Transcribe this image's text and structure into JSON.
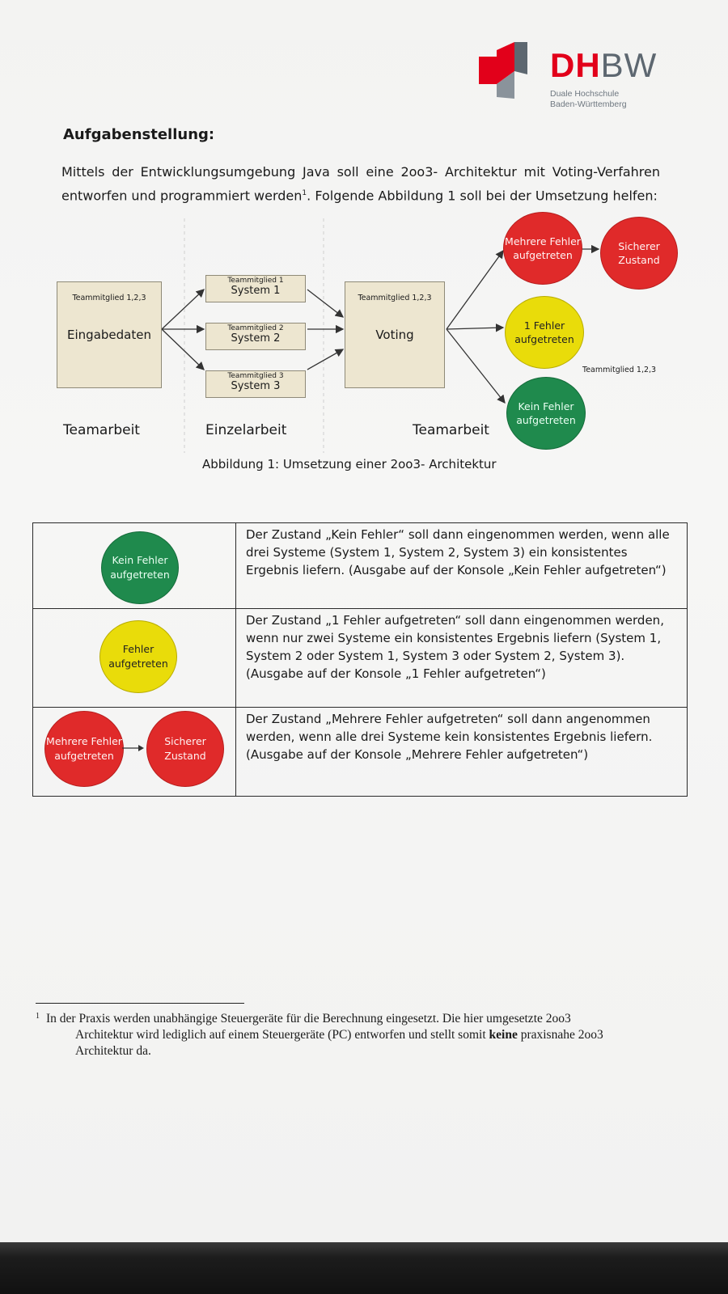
{
  "logo": {
    "dh": "DH",
    "bw": "BW",
    "sub1": "Duale Hochschule",
    "sub2": "Baden-Württemberg",
    "colors": {
      "red": "#e2001a",
      "grey": "#5d6770"
    }
  },
  "heading": "Aufgabenstellung:",
  "intro": {
    "part1": "Mittels der Entwicklungsumgebung Java soll eine 2oo3- Architektur mit Voting-Verfahren entworfen und programmiert werden",
    "sup": "1",
    "part2": ". Folgende Abbildung 1 soll bei der Umsetzung helfen:"
  },
  "figure": {
    "eingabe": {
      "team": "Teammitglied 1,2,3",
      "label": "Eingabedaten"
    },
    "systems": [
      {
        "team": "Teammitglied 1",
        "label": "System 1"
      },
      {
        "team": "Teammitglied 2",
        "label": "System 2"
      },
      {
        "team": "Teammitglied 3",
        "label": "System 3"
      }
    ],
    "voting": {
      "team": "Teammitglied 1,2,3",
      "label": "Voting"
    },
    "outcomes": {
      "mehrere": "Mehrere Fehler aufgetreten",
      "sicherer": "Sicherer Zustand",
      "ein_fehler": "1 Fehler aufgetreten",
      "kein_fehler": "Kein Fehler aufgetreten",
      "team": "Teammitglied 1,2,3"
    },
    "phases": [
      "Teamarbeit",
      "Einzelarbeit",
      "Teamarbeit"
    ],
    "caption": "Abbildung 1: Umsetzung einer 2oo3- Architektur",
    "colors": {
      "red": "#e02a2a",
      "yellow": "#e9dc0a",
      "green": "#1f8a4d",
      "box": "#ede6d0"
    }
  },
  "table": {
    "rows": [
      {
        "icon": "Kein Fehler aufgetreten",
        "text": "Der Zustand „Kein Fehler“ soll dann eingenommen werden, wenn alle drei Systeme (System 1, System 2, System 3) ein konsistentes Ergebnis liefern. (Ausgabe auf der Konsole „Kein Fehler aufgetreten“)"
      },
      {
        "icon": "Fehler aufgetreten",
        "text": "Der Zustand „1 Fehler aufgetreten“ soll dann eingenommen werden, wenn nur zwei Systeme ein konsistentes Ergebnis liefern (System 1, System 2 oder System 1, System 3 oder System 2, System 3). (Ausgabe auf der Konsole „1 Fehler aufgetreten“)"
      },
      {
        "icon_a": "Mehrere Fehler aufgetreten",
        "icon_b": "Sicherer Zustand",
        "text": "Der Zustand „Mehrere Fehler aufgetreten“ soll dann angenommen werden, wenn alle drei Systeme kein konsistentes Ergebnis liefern. (Ausgabe auf der Konsole „Mehrere Fehler aufgetreten“)"
      }
    ]
  },
  "footnote": {
    "num": "1",
    "line1": "In der Praxis werden unabhängige Steuergeräte für die Berechnung eingesetzt. Die hier umgesetzte 2oo3",
    "line2a": "Architektur wird lediglich auf einem Steuergeräte (PC) entworfen und stellt somit ",
    "line2b": "keine",
    "line2c": " praxisnahe 2oo3",
    "line3": "Architektur da."
  }
}
